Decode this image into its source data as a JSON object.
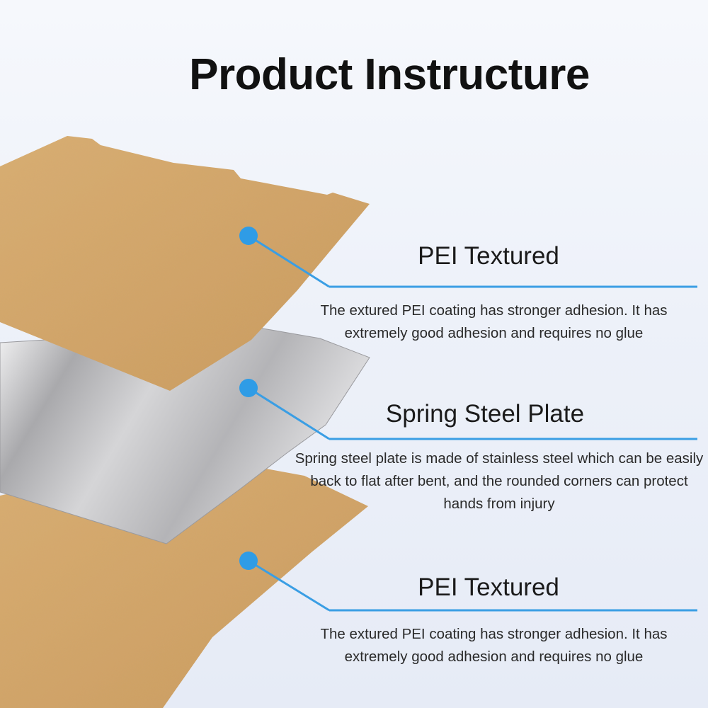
{
  "title": "Product Instructure",
  "colors": {
    "pei_gold": "#d3a66a",
    "steel": "#c4c4c6",
    "callout_blue": "#3a9ee4",
    "background": "#edf1f9"
  },
  "layers": [
    {
      "label": "PEI Textured",
      "description": "The extured PEI coating has stronger adhesion. It has extremely good adhesion and requires no glue"
    },
    {
      "label": "Spring Steel Plate",
      "description": "Spring steel plate is made of stainless steel which can be easily back to flat after bent, and the rounded corners can protect hands from injury"
    },
    {
      "label": "PEI Textured",
      "description": "The extured PEI coating has stronger adhesion. It has extremely good adhesion and requires no glue"
    }
  ]
}
